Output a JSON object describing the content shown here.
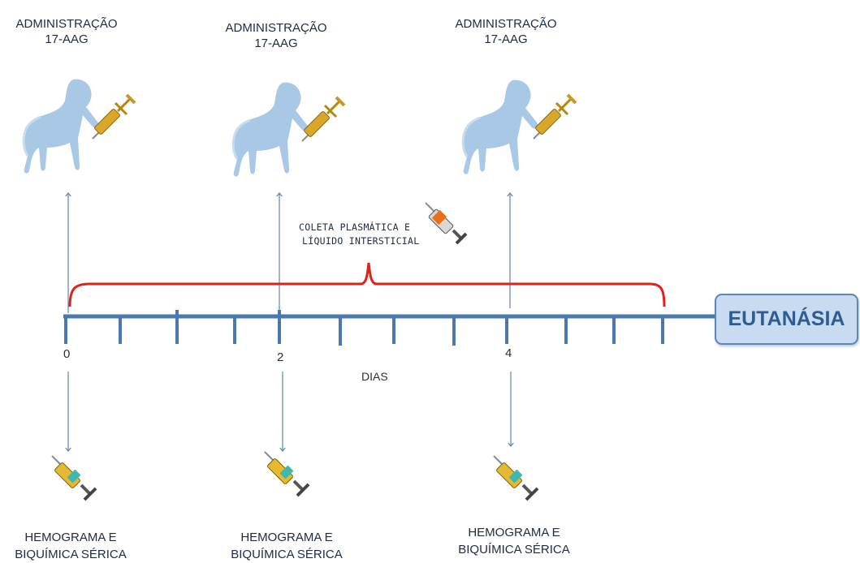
{
  "administration_label": {
    "line1": "ADMINISTRAÇÃO",
    "line2": "17-AAG"
  },
  "administrations": [
    {
      "day": "0"
    },
    {
      "day": "2"
    },
    {
      "day": "4"
    }
  ],
  "collection_label": {
    "line1": "COLETA PLASMÁTICA E",
    "line2": "LÍQUIDO  INTERSTICIAL"
  },
  "axis_label": "DIAS",
  "day_labels": [
    "0",
    "2",
    "4"
  ],
  "endpoint_label": "EUTANÁSIA",
  "sampling_label": {
    "line1": "HEMOGRAMA E",
    "line2": "BIQUÍMICA  SÉRICA"
  },
  "icons": {
    "dog": "dog-silhouette-icon",
    "syringe_gold": "syringe-gold-icon",
    "syringe_orange": "syringe-orange-icon",
    "syringe_blood": "syringe-blood-icon"
  },
  "colors": {
    "timeline": "#4a78b0",
    "bracket": "#e0211b",
    "dog": "#a9c8e6",
    "arrow": "#5d86b5",
    "box_fill": "#c9dbf0",
    "box_border": "#5b86b8",
    "box_text": "#2d5d92"
  }
}
